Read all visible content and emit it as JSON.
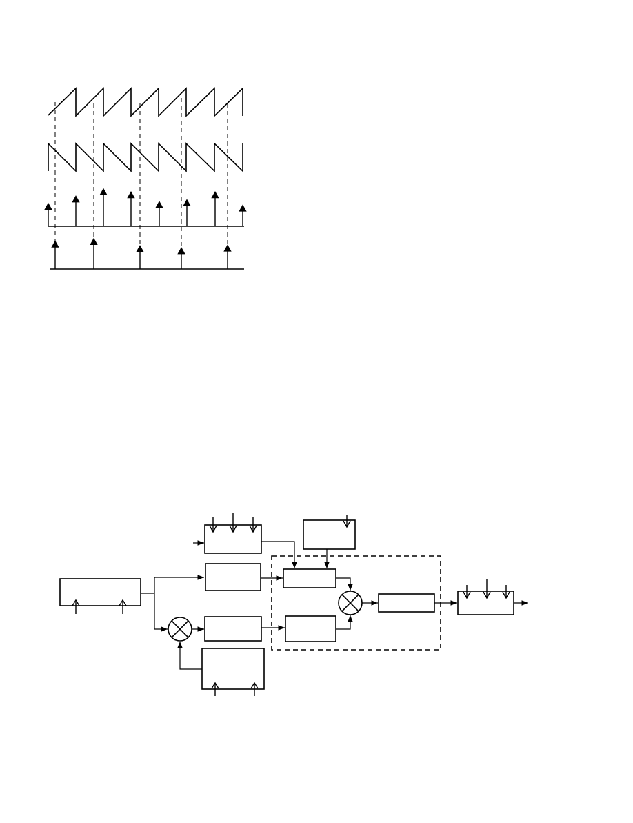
{
  "page": {
    "background": "#ffffff",
    "ink_color": "#000000"
  },
  "timing_figure": {
    "waveforms": [
      {
        "name": "rising-sawtooth",
        "shape": "sawtooth-rising",
        "periods": 7
      },
      {
        "name": "falling-sawtooth",
        "shape": "sawtooth-falling",
        "periods": 7
      }
    ],
    "impulse_trains": [
      {
        "name": "dense-impulse-train",
        "count": 8,
        "relative_heights": [
          0.38,
          0.5,
          0.62,
          0.57,
          0.41,
          0.44,
          0.57,
          0.35
        ]
      },
      {
        "name": "sparse-impulse-train",
        "count": 5,
        "relative_heights": [
          0.55,
          0.6,
          0.46,
          0.42,
          0.47
        ]
      }
    ],
    "dashed_alignment_lines": 5
  },
  "block_diagram": {
    "blocks": [
      {
        "name": "source-block",
        "label": "",
        "control_inputs": 2
      },
      {
        "name": "top-control-block",
        "label": "",
        "control_inputs": 3
      },
      {
        "name": "upper-right-block",
        "label": "",
        "control_inputs": 1
      },
      {
        "name": "upper-path-block",
        "label": "",
        "control_inputs": 0
      },
      {
        "name": "lower-path-block",
        "label": "",
        "control_inputs": 0
      },
      {
        "name": "local-oscillator-block",
        "label": "",
        "control_inputs": 2
      },
      {
        "name": "inner-upper-block",
        "label": "",
        "control_inputs": 0
      },
      {
        "name": "inner-lower-block",
        "label": "",
        "control_inputs": 0
      },
      {
        "name": "combiner-output-block",
        "label": "",
        "control_inputs": 0
      },
      {
        "name": "output-block",
        "label": "",
        "control_inputs": 3
      }
    ],
    "mixers": [
      {
        "name": "lower-mixer"
      },
      {
        "name": "inner-mixer"
      }
    ],
    "dashed_enclosure": {
      "name": "dashed-subsystem-boundary"
    }
  }
}
